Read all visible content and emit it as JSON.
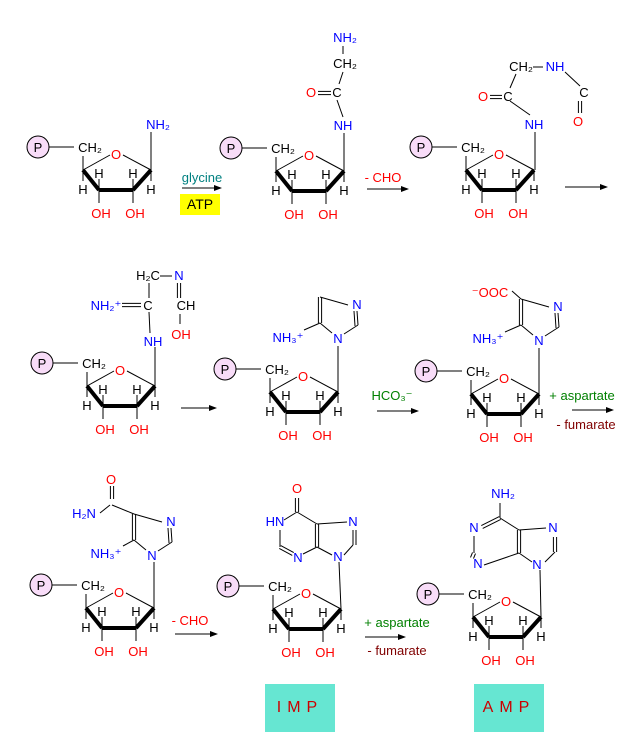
{
  "ribose": {
    "p": "P",
    "ch2": "CH₂",
    "o": "O",
    "h": "H",
    "oh": "OH"
  },
  "molecules": {
    "m1": {
      "nh2": "NH₂"
    },
    "m2": {
      "nh2": "NH₂",
      "ch2": "CH₂",
      "o": "O",
      "c": "C",
      "nh": "NH"
    },
    "m3": {
      "ch2": "CH₂",
      "nh_top": "NH",
      "c_top": "C",
      "o_top": "O",
      "c": "C",
      "o": "O",
      "nh": "NH"
    },
    "m4": {
      "h2c": "H₂C",
      "n": "N",
      "nh2": "NH₂⁺",
      "c": "C",
      "ch": "CH",
      "oh": "OH",
      "nh": "NH"
    },
    "m5": {
      "n3": "N",
      "n1": "N",
      "nh3": "NH₃⁺"
    },
    "m6": {
      "ooc": "⁻OOC",
      "n3": "N",
      "n1": "N",
      "nh3": "NH₃⁺"
    },
    "m7": {
      "o": "O",
      "h2n": "H₂N",
      "n3": "N",
      "n1": "N",
      "nh3": "NH₃⁺"
    },
    "m8": {
      "o": "O",
      "hn": "HN",
      "n3": "N",
      "n7": "N",
      "n9": "N"
    },
    "m9": {
      "nh2": "NH₂",
      "n1": "N",
      "n3": "N",
      "n7": "N",
      "n9": "N"
    }
  },
  "steps": {
    "s1": {
      "reagent": "glycine",
      "cofactor": "ATP"
    },
    "s2": {
      "loss": "- CHO"
    },
    "s4": {
      "reagent": "HCO₃⁻"
    },
    "s5": {
      "add": "+ aspartate",
      "loss": "- fumarate"
    },
    "s6": {
      "loss": "- CHO"
    },
    "s7": {
      "add": "+ aspartate",
      "loss": "- fumarate"
    }
  },
  "products": {
    "imp": "IMP",
    "amp": "AMP"
  },
  "colors": {
    "black": "#000000",
    "red": "#ff0000",
    "blue": "#0000ff",
    "teal": "#008080",
    "green": "#008000",
    "darkred": "#800000",
    "phosphate": "#f8dcf8",
    "atp": "#ffff00",
    "product_box": "#66e6d2"
  }
}
